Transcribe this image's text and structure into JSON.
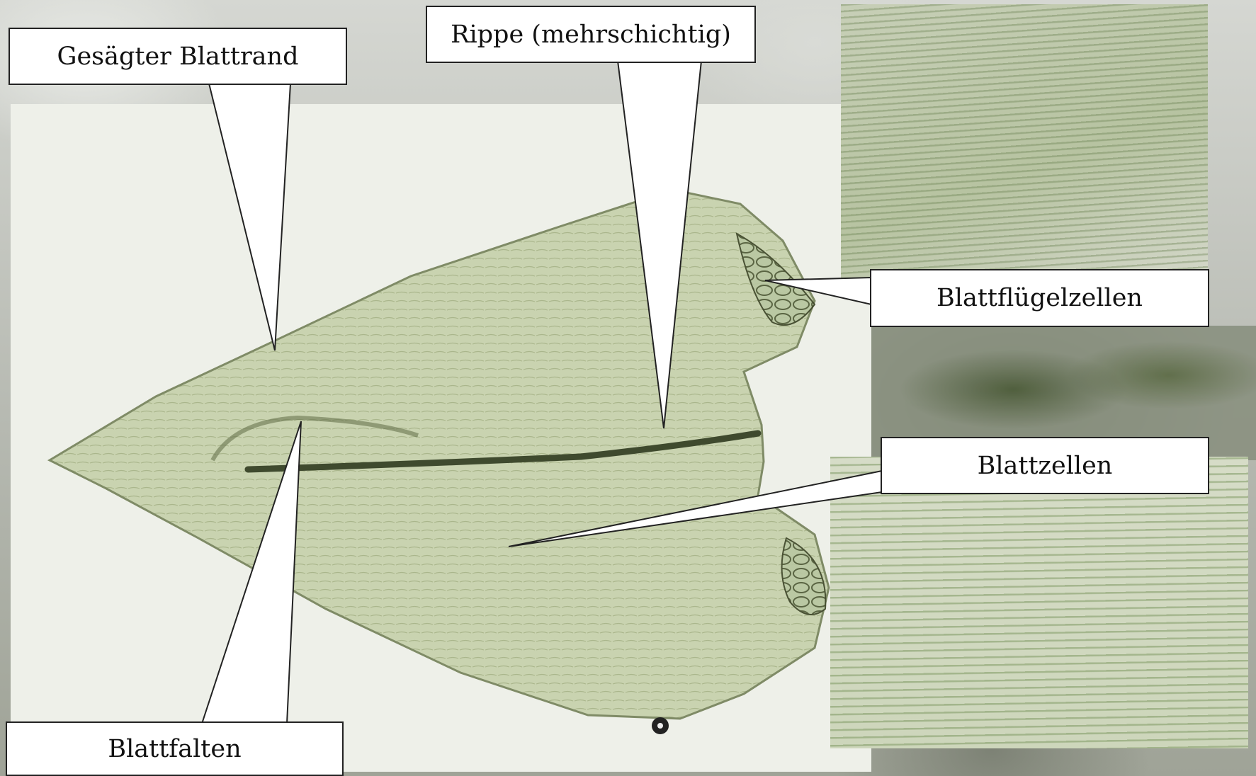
{
  "labels": {
    "serrated_margin": "Gesägter Blattrand",
    "costa": "Rippe (mehrschichtig)",
    "alar_cells": "Blattflügelzellen",
    "leaf_cells": "Blattzellen",
    "leaf_folds": "Blattfalten"
  },
  "colors": {
    "leaf_fill": "#c9d3b0",
    "leaf_edge": "#7f8b66",
    "costa": "#3f4a2e",
    "label_fill": "#ffffff",
    "label_border": "#222222"
  }
}
